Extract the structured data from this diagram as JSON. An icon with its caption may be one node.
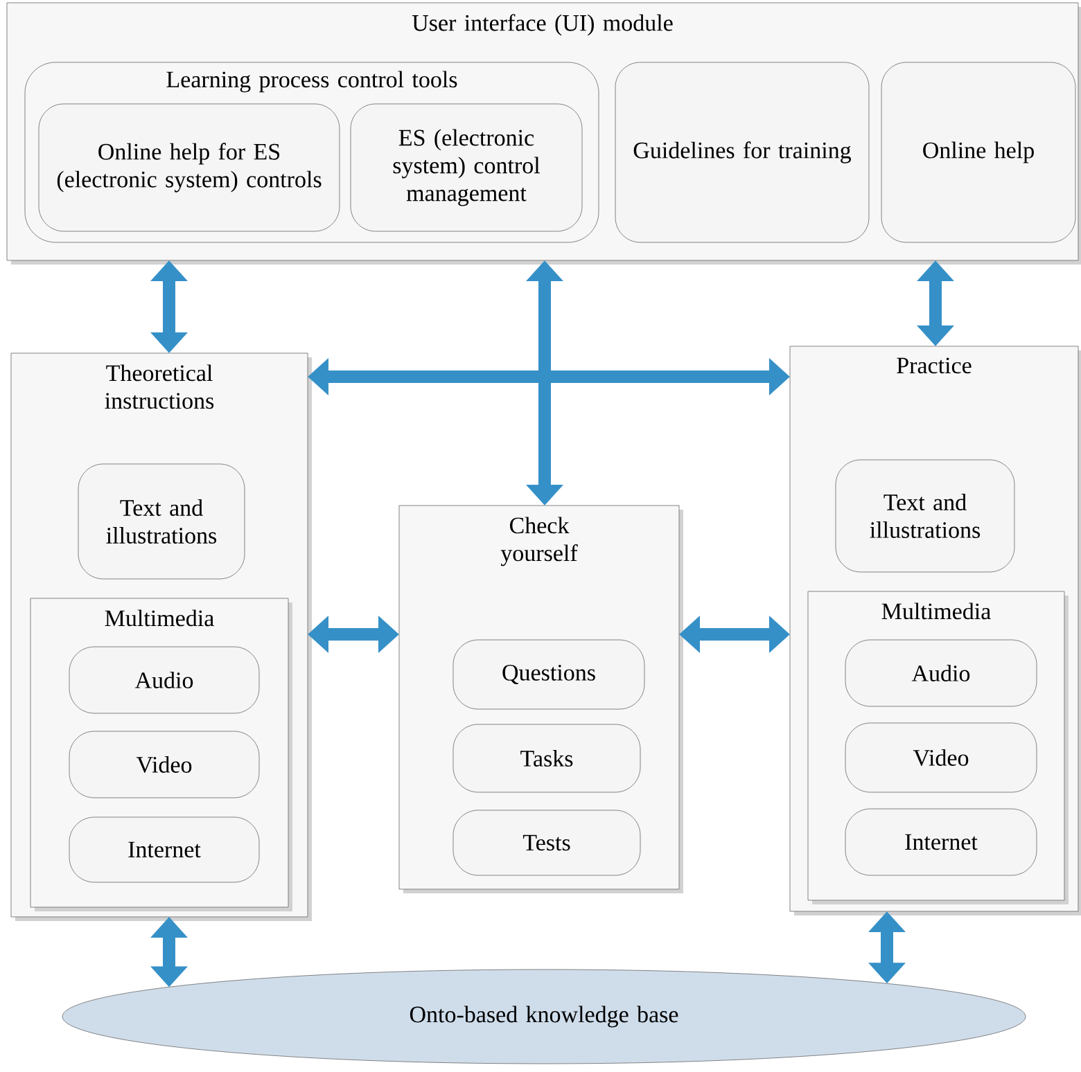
{
  "diagram": {
    "nodes": [
      {
        "text": [
          "User interface (UI) module"
        ]
      },
      {
        "text": [
          "Learning process control tools"
        ],
        "in": 0
      },
      {
        "text": [
          "Online help for ES (electronic system) controls"
        ],
        "in": 1
      },
      {
        "text": [
          "ES (electronic system) control management"
        ],
        "in": 1
      },
      {
        "text": [
          "Guidelines for training"
        ],
        "in": 0
      },
      {
        "text": [
          "Online help"
        ],
        "in": 0
      },
      {
        "text": [
          "Theoretical instructions"
        ]
      },
      {
        "text": [
          "Text and illustrations"
        ],
        "in": 6
      },
      {
        "text": [
          "Multimedia"
        ],
        "in": 6
      },
      {
        "text": [
          "Audio"
        ],
        "in": 8
      },
      {
        "text": [
          "Video"
        ],
        "in": 8
      },
      {
        "text": [
          "Internet"
        ],
        "in": 8
      },
      {
        "text": [
          "Check yourself"
        ]
      },
      {
        "text": [
          "Questions"
        ],
        "in": 12
      },
      {
        "text": [
          "Tasks"
        ],
        "in": 12
      },
      {
        "text": [
          "Tests"
        ],
        "in": 12
      },
      {
        "text": [
          "Practice"
        ]
      },
      {
        "text": [
          "Text and illustrations"
        ],
        "in": 16
      },
      {
        "text": [
          "Multimedia"
        ],
        "in": 16
      },
      {
        "text": [
          "Audio"
        ],
        "in": 18
      },
      {
        "text": [
          "Video"
        ],
        "in": 18
      },
      {
        "text": [
          "Internet"
        ],
        "in": 18
      },
      {
        "text": [
          "Onto-based knowledge base"
        ]
      }
    ],
    "edges": [
      {
        "from": 0,
        "to": 6,
        "arrow": "both"
      },
      {
        "from": 0,
        "to": 12,
        "arrow": "both"
      },
      {
        "from": 0,
        "to": 16,
        "arrow": "both"
      },
      {
        "from": 6,
        "to": 16,
        "arrow": "both"
      },
      {
        "from": 6,
        "to": 12,
        "arrow": "both"
      },
      {
        "from": 12,
        "to": 16,
        "arrow": "both"
      },
      {
        "from": 6,
        "to": 22,
        "arrow": "both"
      },
      {
        "from": 16,
        "to": 22,
        "arrow": "both"
      }
    ]
  }
}
